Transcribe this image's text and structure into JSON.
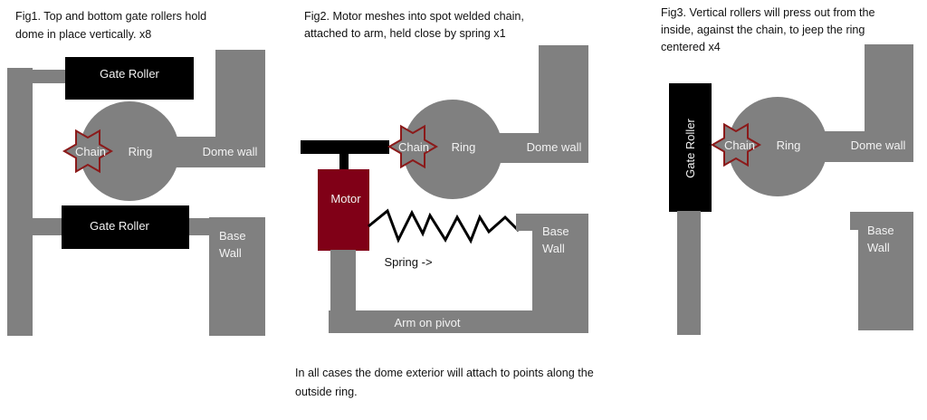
{
  "colors": {
    "structure": "#808080",
    "roller": "#000000",
    "motor": "#800017",
    "chain_outline": "#8b1a1a",
    "text_on_shape": "#f2f2f2"
  },
  "fig1": {
    "caption": [
      "Fig1. Top and bottom gate rollers hold",
      "dome in place vertically. x8"
    ],
    "top_roller": "Gate Roller",
    "bottom_roller": "Gate Roller",
    "chain": "Chain",
    "ring": "Ring",
    "dome_wall": "Dome wall",
    "base_wall": [
      "Base",
      "Wall"
    ]
  },
  "fig2": {
    "caption": [
      "Fig2. Motor meshes into spot welded chain,",
      "attached to arm, held close by spring  x1"
    ],
    "motor": "Motor",
    "chain": "Chain",
    "ring": "Ring",
    "dome_wall": "Dome wall",
    "base_wall": [
      "Base",
      "Wall"
    ],
    "spring": "Spring ->",
    "arm": "Arm on pivot"
  },
  "fig3": {
    "caption": [
      "Fig3. Vertical rollers will press out from the",
      "inside, against the chain, to jeep the ring",
      "centered x4"
    ],
    "roller": "Gate Roller",
    "chain": "Chain",
    "ring": "Ring",
    "dome_wall": "Dome wall",
    "base_wall": [
      "Base",
      "Wall"
    ]
  },
  "footer": [
    "In all cases the dome exterior will attach to points along the",
    "outside ring."
  ]
}
